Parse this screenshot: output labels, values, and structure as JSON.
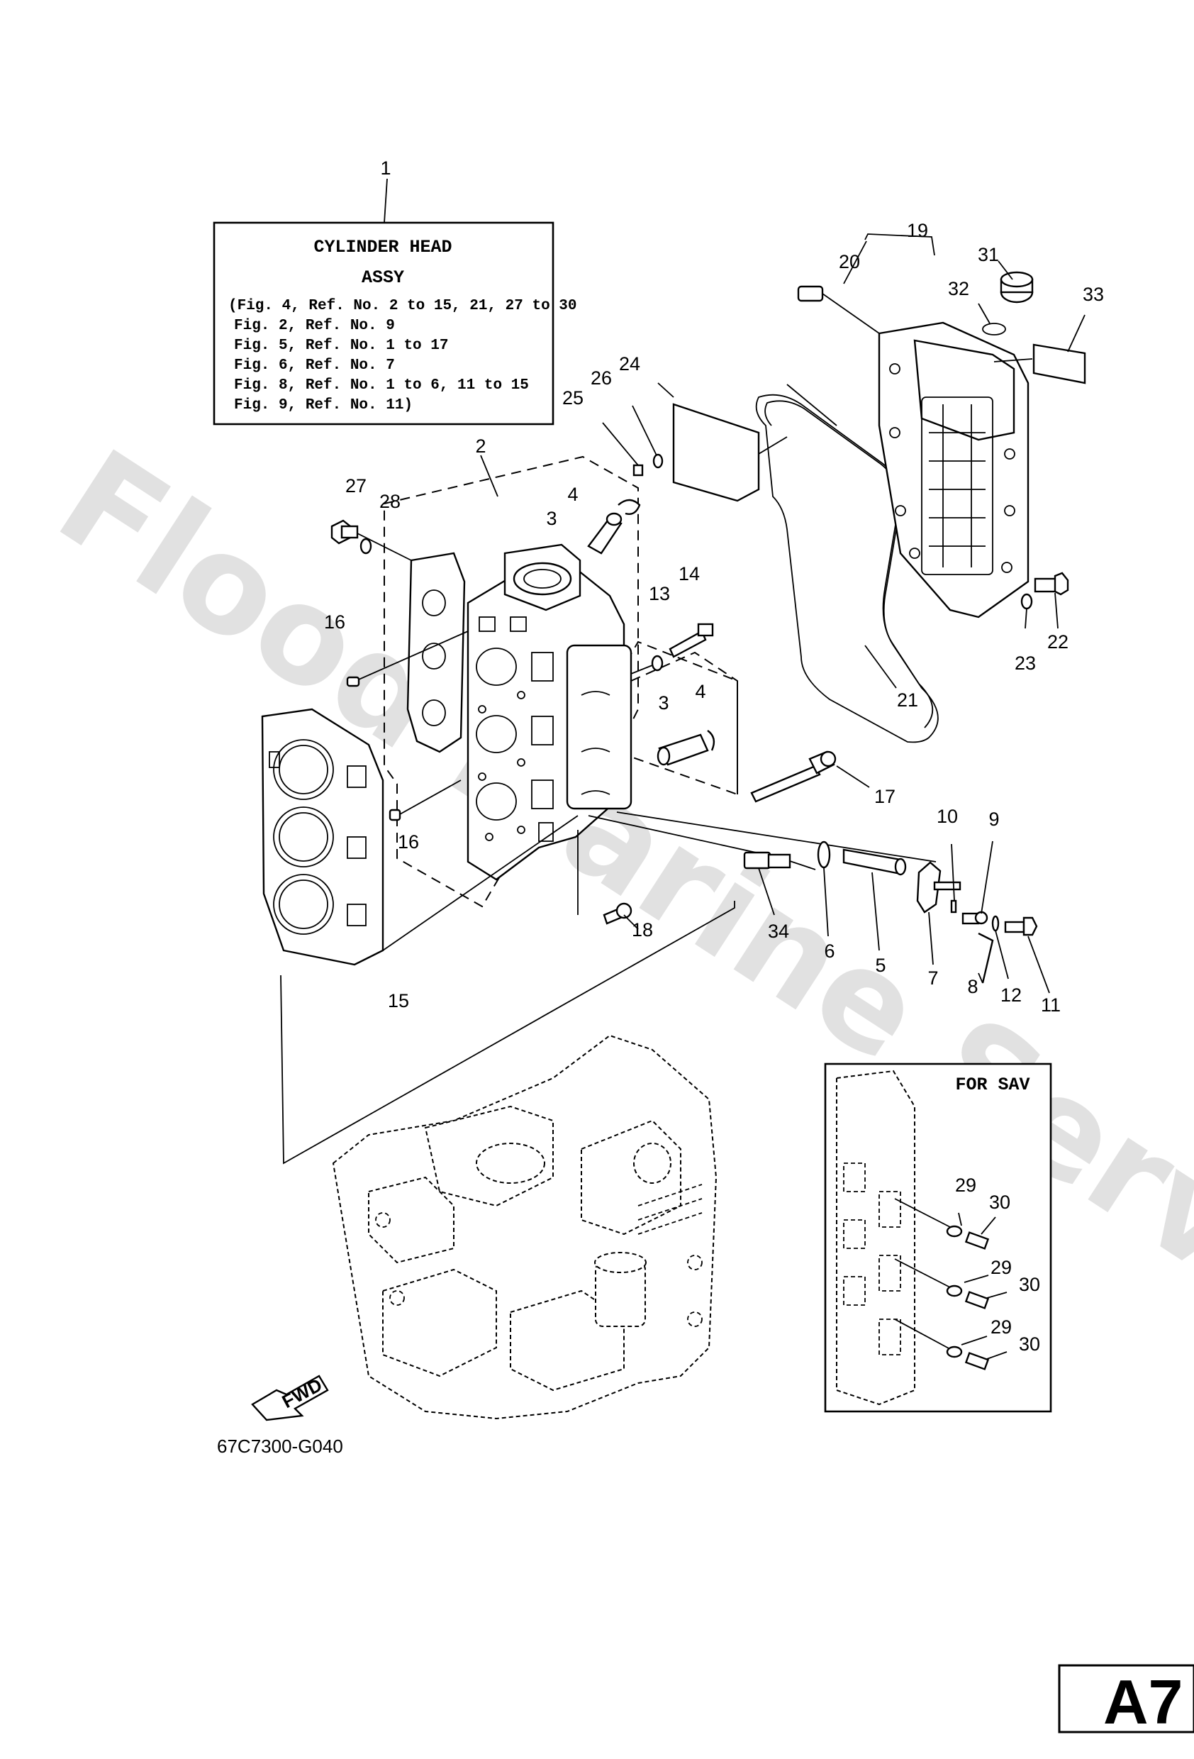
{
  "watermark": "Flood Marine Services",
  "info_box": {
    "title_line1": "CYLINDER HEAD",
    "title_line2": "ASSY",
    "refs": [
      "(Fig. 4, Ref. No. 2 to 15, 21, 27 to 30",
      "Fig. 2, Ref. No. 9",
      "Fig. 5, Ref. No. 1 to 17",
      "Fig. 6, Ref. No. 7",
      "Fig. 8, Ref. No. 1 to 6, 11 to 15",
      "Fig. 9, Ref. No. 11)"
    ]
  },
  "callouts": {
    "c1": "1",
    "c2": "2",
    "c3a": "3",
    "c3b": "3",
    "c4a": "4",
    "c4b": "4",
    "c5": "5",
    "c6": "6",
    "c7": "7",
    "c8": "8",
    "c9": "9",
    "c10": "10",
    "c11": "11",
    "c12": "12",
    "c13": "13",
    "c14": "14",
    "c15": "15",
    "c16a": "16",
    "c16b": "16",
    "c17": "17",
    "c18": "18",
    "c19": "19",
    "c20": "20",
    "c21": "21",
    "c22": "22",
    "c23": "23",
    "c24": "24",
    "c25": "25",
    "c26": "26",
    "c27": "27",
    "c28": "28",
    "c29a": "29",
    "c29b": "29",
    "c29c": "29",
    "c30a": "30",
    "c30b": "30",
    "c30c": "30",
    "c31": "31",
    "c32": "32",
    "c33": "33",
    "c34": "34"
  },
  "inset_label": "FOR SAV",
  "fwd_label": "FWD",
  "diagram_code": "67C7300-G040",
  "page_id": "A7"
}
